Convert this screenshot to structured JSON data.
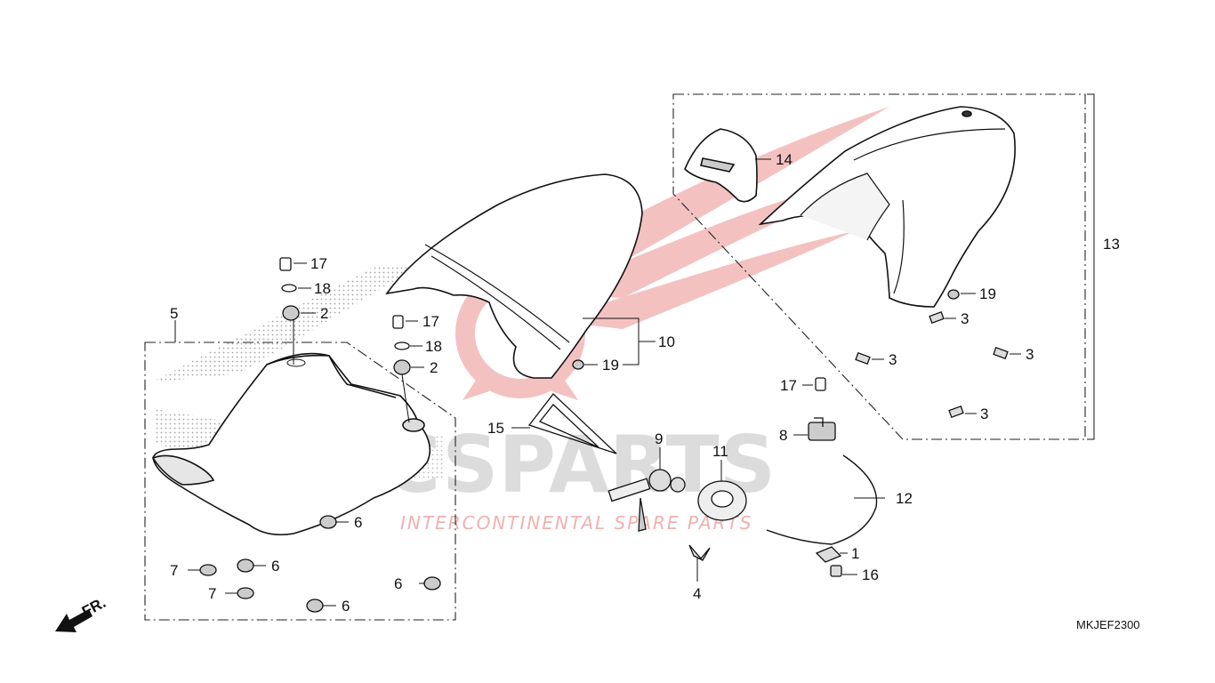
{
  "watermark": {
    "brand": "ICSPARTS",
    "tagline": "INTERCONTINENTAL SPARE PARTS",
    "brand_color": "#d9d9d9",
    "accent_color": "#f3b7b7"
  },
  "diagram_code": "MKJEF2300",
  "direction_marker": "FR.",
  "callouts": {
    "c1": "1",
    "c2a": "2",
    "c2b": "2",
    "c3a": "3",
    "c3b": "3",
    "c3c": "3",
    "c3d": "3",
    "c4": "4",
    "c5": "5",
    "c6a": "6",
    "c6b": "6",
    "c6c": "6",
    "c6d": "6",
    "c7a": "7",
    "c7b": "7",
    "c8": "8",
    "c9": "9",
    "c10": "10",
    "c11": "11",
    "c12": "12",
    "c13": "13",
    "c14": "14",
    "c15": "15",
    "c16": "16",
    "c17a": "17",
    "c17b": "17",
    "c17c": "17",
    "c18a": "18",
    "c18b": "18",
    "c19a": "19",
    "c19b": "19"
  }
}
